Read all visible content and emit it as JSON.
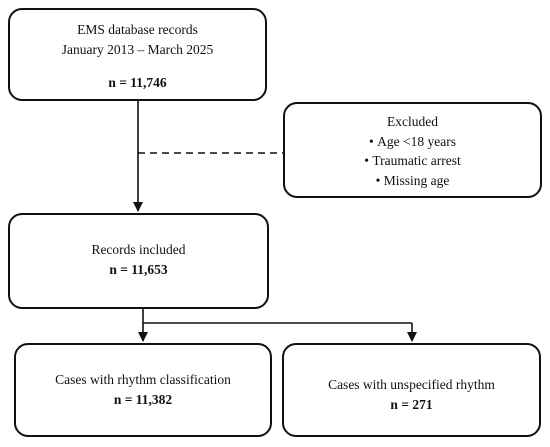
{
  "boxes": {
    "source": {
      "title": "EMS database records",
      "date_range": "January 2013 – March 2025",
      "count": "n = 11,746"
    },
    "excluded": {
      "title": "Excluded",
      "criteria": [
        "Age <18 years",
        "Traumatic arrest",
        "Missing age"
      ]
    },
    "included": {
      "title": "Records included",
      "count": "n = 11,653"
    },
    "classified": {
      "title": "Cases with rhythm classification",
      "count": "n = 11,382"
    },
    "unspecified": {
      "title": "Cases with unspecified rhythm",
      "count": "n = 271"
    }
  },
  "colors": {
    "stroke": "#111111",
    "background": "#ffffff"
  }
}
